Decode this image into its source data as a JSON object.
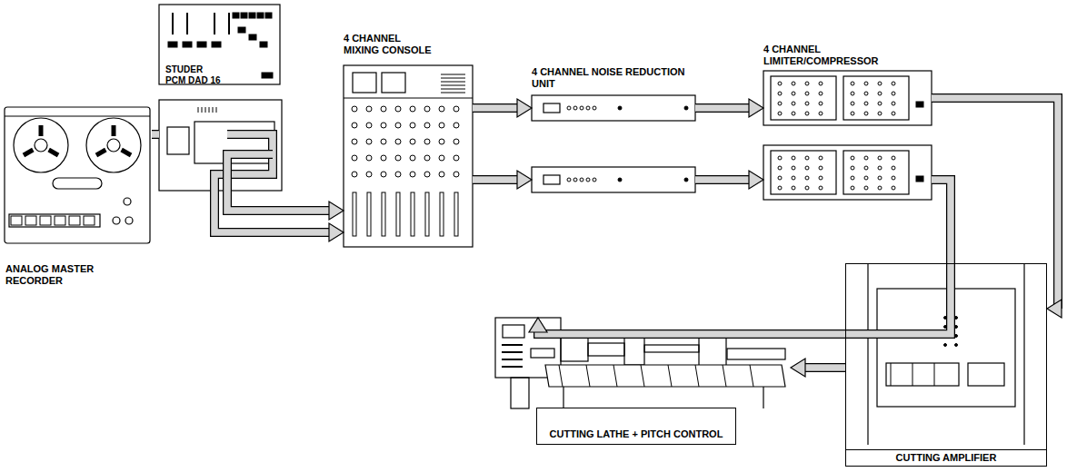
{
  "diagram": {
    "nodes": [
      {
        "text": [
          "ANALOG MASTER RECORDER"
        ]
      },
      {
        "text": [
          "STUDER PCM DAD 16"
        ]
      },
      {
        "text": [
          "4 CHANNEL MIXING CONSOLE"
        ]
      },
      {
        "text": [
          "4 CHANNEL NOISE REDUCTION UNIT"
        ]
      },
      {
        "text": [
          "4 CHANNEL LIMITER/COMPRESSOR"
        ]
      },
      {
        "text": [
          "CUTTING AMPLIFIER"
        ]
      },
      {
        "text": [
          "CUTTING LATHE + PITCH CONTROL"
        ]
      }
    ],
    "edges": [
      {
        "from": 0,
        "to": 1,
        "arrow": "none"
      },
      {
        "from": 1,
        "to": 2,
        "arrow": "to"
      },
      {
        "from": 1,
        "to": 2,
        "arrow": "to"
      },
      {
        "from": 2,
        "to": 3,
        "arrow": "to"
      },
      {
        "from": 3,
        "to": 4,
        "arrow": "to"
      },
      {
        "from": 4,
        "to": 5,
        "arrow": "to"
      },
      {
        "from": 5,
        "to": 6,
        "arrow": "to"
      }
    ]
  }
}
